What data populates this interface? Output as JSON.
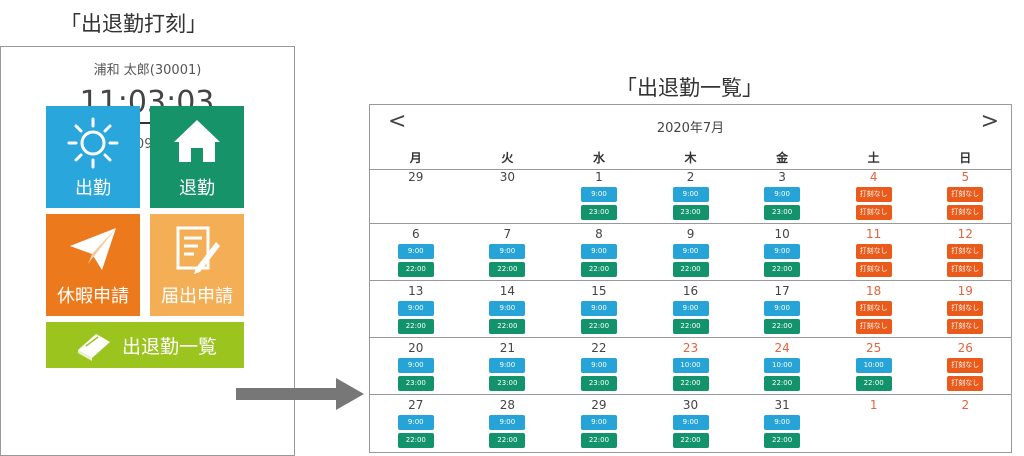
{
  "captions": {
    "punch": "「出退勤打刻」",
    "list": "「出退勤一覧」"
  },
  "punch": {
    "user": "浦和 太郎(30001)",
    "time": "11:03:03",
    "date": "2020/09/01(火)",
    "tiles": {
      "clock_in": {
        "label": "出勤",
        "icon": "sun-icon"
      },
      "clock_out": {
        "label": "退勤",
        "icon": "home-icon"
      },
      "leave": {
        "label": "休暇申請",
        "icon": "paper-plane-icon"
      },
      "notice": {
        "label": "届出申請",
        "icon": "document-pen-icon"
      },
      "list": {
        "label": "出退勤一覧",
        "icon": "book-icon"
      }
    }
  },
  "calendar": {
    "month_label": "2020年7月",
    "prev": "<",
    "next": ">",
    "dow": [
      "月",
      "火",
      "水",
      "木",
      "金",
      "土",
      "日"
    ],
    "weeks": [
      [
        {
          "d": "29",
          "red": false,
          "b": []
        },
        {
          "d": "30",
          "red": false,
          "b": []
        },
        {
          "d": "1",
          "red": false,
          "b": [
            [
              "9:00",
              "blue"
            ],
            [
              "23:00",
              "green"
            ]
          ]
        },
        {
          "d": "2",
          "red": false,
          "b": [
            [
              "9:00",
              "blue"
            ],
            [
              "23:00",
              "green"
            ]
          ]
        },
        {
          "d": "3",
          "red": false,
          "b": [
            [
              "9:00",
              "blue"
            ],
            [
              "23:00",
              "green"
            ]
          ]
        },
        {
          "d": "4",
          "red": true,
          "b": [
            [
              "打刻なし",
              "orange"
            ],
            [
              "打刻なし",
              "orange"
            ]
          ]
        },
        {
          "d": "5",
          "red": true,
          "b": [
            [
              "打刻なし",
              "orange"
            ],
            [
              "打刻なし",
              "orange"
            ]
          ]
        }
      ],
      [
        {
          "d": "6",
          "red": false,
          "b": [
            [
              "9:00",
              "blue"
            ],
            [
              "22:00",
              "green"
            ]
          ]
        },
        {
          "d": "7",
          "red": false,
          "b": [
            [
              "9:00",
              "blue"
            ],
            [
              "22:00",
              "green"
            ]
          ]
        },
        {
          "d": "8",
          "red": false,
          "b": [
            [
              "9:00",
              "blue"
            ],
            [
              "22:00",
              "green"
            ]
          ]
        },
        {
          "d": "9",
          "red": false,
          "b": [
            [
              "9:00",
              "blue"
            ],
            [
              "22:00",
              "green"
            ]
          ]
        },
        {
          "d": "10",
          "red": false,
          "b": [
            [
              "9:00",
              "blue"
            ],
            [
              "22:00",
              "green"
            ]
          ]
        },
        {
          "d": "11",
          "red": true,
          "b": [
            [
              "打刻なし",
              "orange"
            ],
            [
              "打刻なし",
              "orange"
            ]
          ]
        },
        {
          "d": "12",
          "red": true,
          "b": [
            [
              "打刻なし",
              "orange"
            ],
            [
              "打刻なし",
              "orange"
            ]
          ]
        }
      ],
      [
        {
          "d": "13",
          "red": false,
          "b": [
            [
              "9:00",
              "blue"
            ],
            [
              "22:00",
              "green"
            ]
          ]
        },
        {
          "d": "14",
          "red": false,
          "b": [
            [
              "9:00",
              "blue"
            ],
            [
              "22:00",
              "green"
            ]
          ]
        },
        {
          "d": "15",
          "red": false,
          "b": [
            [
              "9:00",
              "blue"
            ],
            [
              "22:00",
              "green"
            ]
          ]
        },
        {
          "d": "16",
          "red": false,
          "b": [
            [
              "9:00",
              "blue"
            ],
            [
              "22:00",
              "green"
            ]
          ]
        },
        {
          "d": "17",
          "red": false,
          "b": [
            [
              "9:00",
              "blue"
            ],
            [
              "22:00",
              "green"
            ]
          ]
        },
        {
          "d": "18",
          "red": true,
          "b": [
            [
              "打刻なし",
              "orange"
            ],
            [
              "打刻なし",
              "orange"
            ]
          ]
        },
        {
          "d": "19",
          "red": true,
          "b": [
            [
              "打刻なし",
              "orange"
            ],
            [
              "打刻なし",
              "orange"
            ]
          ]
        }
      ],
      [
        {
          "d": "20",
          "red": false,
          "b": [
            [
              "9:00",
              "blue"
            ],
            [
              "23:00",
              "green"
            ]
          ]
        },
        {
          "d": "21",
          "red": false,
          "b": [
            [
              "9:00",
              "blue"
            ],
            [
              "23:00",
              "green"
            ]
          ]
        },
        {
          "d": "22",
          "red": false,
          "b": [
            [
              "9:00",
              "blue"
            ],
            [
              "23:00",
              "green"
            ]
          ]
        },
        {
          "d": "23",
          "red": true,
          "b": [
            [
              "10:00",
              "blue"
            ],
            [
              "22:00",
              "green"
            ]
          ]
        },
        {
          "d": "24",
          "red": true,
          "b": [
            [
              "10:00",
              "blue"
            ],
            [
              "22:00",
              "green"
            ]
          ]
        },
        {
          "d": "25",
          "red": true,
          "b": [
            [
              "10:00",
              "blue"
            ],
            [
              "22:00",
              "green"
            ]
          ]
        },
        {
          "d": "26",
          "red": true,
          "b": [
            [
              "打刻なし",
              "orange"
            ],
            [
              "打刻なし",
              "orange"
            ]
          ]
        }
      ],
      [
        {
          "d": "27",
          "red": false,
          "b": [
            [
              "9:00",
              "blue"
            ],
            [
              "22:00",
              "green"
            ]
          ]
        },
        {
          "d": "28",
          "red": false,
          "b": [
            [
              "9:00",
              "blue"
            ],
            [
              "22:00",
              "green"
            ]
          ]
        },
        {
          "d": "29",
          "red": false,
          "b": [
            [
              "9:00",
              "blue"
            ],
            [
              "22:00",
              "green"
            ]
          ]
        },
        {
          "d": "30",
          "red": false,
          "b": [
            [
              "9:00",
              "blue"
            ],
            [
              "22:00",
              "green"
            ]
          ]
        },
        {
          "d": "31",
          "red": false,
          "b": [
            [
              "9:00",
              "blue"
            ],
            [
              "22:00",
              "green"
            ]
          ]
        },
        {
          "d": "1",
          "red": true,
          "b": []
        },
        {
          "d": "2",
          "red": true,
          "b": []
        }
      ]
    ]
  },
  "colors": {
    "blue": "#26a4d8",
    "green": "#12936b",
    "orange": "#ea5a1a",
    "lime": "#9cc41e",
    "holiday": "#e3643f"
  }
}
